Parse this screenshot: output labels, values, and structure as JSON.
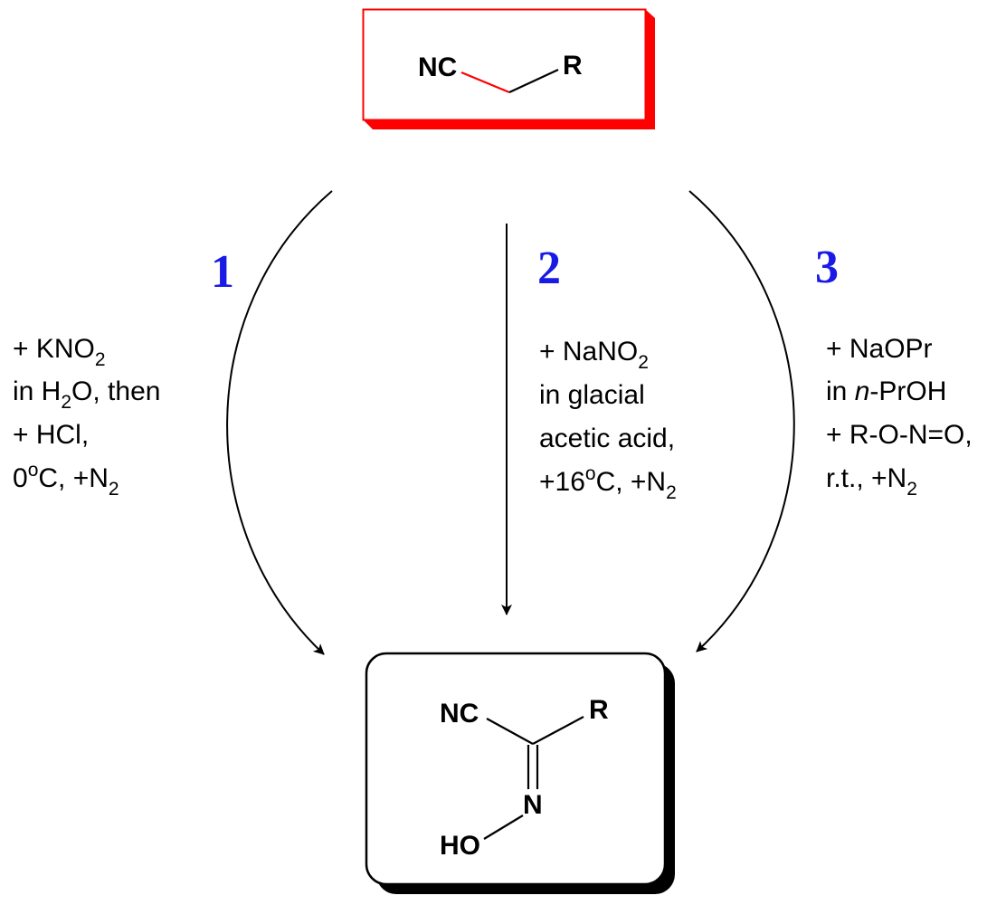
{
  "colors": {
    "start_box_border": "#ff0000",
    "start_box_shadow": "#ff0000",
    "product_box_border": "#000000",
    "product_box_shadow": "#000000",
    "route_number": "#1a1ae6",
    "highlighted_bond": "#ff0000",
    "line": "#000000"
  },
  "starting_material": {
    "left_group": "NC",
    "right_group": "R"
  },
  "product": {
    "left_group": "NC",
    "right_group": "R",
    "imine_atom": "N",
    "hydroxyl": "HO"
  },
  "routes": [
    {
      "number": "1",
      "conditions": [
        {
          "parts": [
            {
              "t": "+ KNO"
            },
            {
              "t": "2",
              "sub": true
            }
          ]
        },
        {
          "parts": [
            {
              "t": "in H"
            },
            {
              "t": "2",
              "sub": true
            },
            {
              "t": "O, then"
            }
          ]
        },
        {
          "parts": [
            {
              "t": "+ HCl,"
            }
          ]
        },
        {
          "parts": [
            {
              "t": "0"
            },
            {
              "t": "o",
              "sup": true
            },
            {
              "t": "C, +N"
            },
            {
              "t": "2",
              "sub": true
            }
          ]
        }
      ]
    },
    {
      "number": "2",
      "conditions": [
        {
          "parts": [
            {
              "t": "+ NaNO"
            },
            {
              "t": "2",
              "sub": true
            }
          ]
        },
        {
          "parts": [
            {
              "t": "in glacial"
            }
          ]
        },
        {
          "parts": [
            {
              "t": "acetic acid,"
            }
          ]
        },
        {
          "parts": [
            {
              "t": "+16"
            },
            {
              "t": "o",
              "sup": true
            },
            {
              "t": "C, +N"
            },
            {
              "t": "2",
              "sub": true
            }
          ]
        }
      ]
    },
    {
      "number": "3",
      "conditions": [
        {
          "parts": [
            {
              "t": "+ NaOPr"
            }
          ]
        },
        {
          "parts": [
            {
              "t": "in "
            },
            {
              "t": "n",
              "italic": true
            },
            {
              "t": "-PrOH"
            }
          ]
        },
        {
          "parts": [
            {
              "t": "+ R-O-N=O,"
            }
          ]
        },
        {
          "parts": [
            {
              "t": "r.t., +N"
            },
            {
              "t": "2",
              "sub": true
            }
          ]
        }
      ]
    }
  ]
}
